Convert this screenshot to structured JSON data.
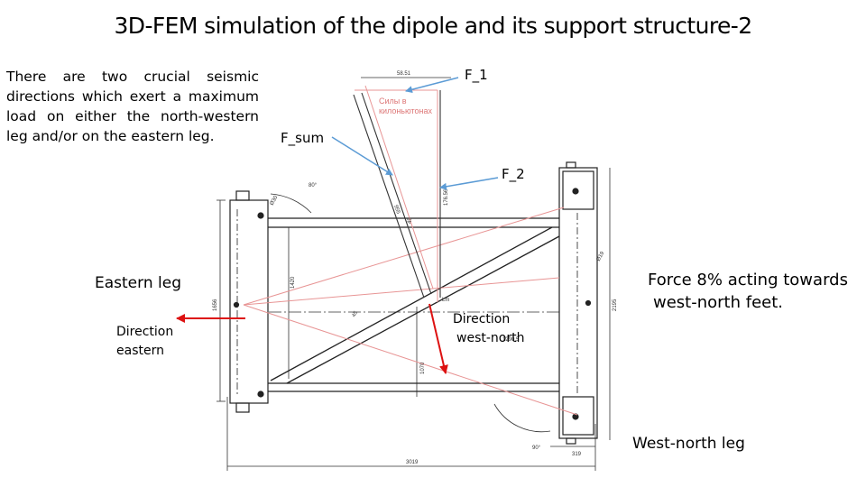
{
  "title": "3D-FEM simulation of the dipole and its support structure-2",
  "description": "There are two crucial seismic directions which exert a maximum load on either the north-western leg and/or on the eastern leg.",
  "labels": {
    "f1": "F_1",
    "f2": "F_2",
    "fsum": "F_sum",
    "eastern_leg": "Eastern leg",
    "direction_eastern": [
      "Direction",
      "eastern"
    ],
    "direction_west_north": [
      "Direction",
      "west-north"
    ],
    "force_note": [
      "Force 8% acting towards",
      "west-north feet."
    ],
    "west_north_leg": "West-north leg"
  },
  "drawing": {
    "russian_note": [
      "Силы в",
      "килоньютонах"
    ],
    "dimensions": {
      "top": "58.51",
      "side": "176.56",
      "total_width": "3019",
      "right_width": "319",
      "height_left": "1656",
      "inner_height": "1420",
      "right_height": "2195",
      "lower": "1070",
      "mid": "1290.5",
      "angle1": "80°",
      "angle2": "90°",
      "dia": "Ø19",
      "small": "Ø30",
      "m45": "45",
      "m955": "955",
      "lm": "Lm"
    }
  },
  "colors": {
    "red_arrow": "#dd1111",
    "blue_arrow": "#5b9bd5",
    "force_line": "#e89595"
  }
}
